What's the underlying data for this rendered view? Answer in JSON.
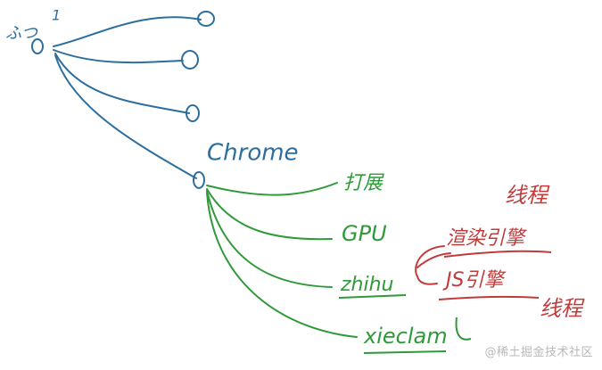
{
  "diagram": {
    "root": {
      "label": "ふつ",
      "mark": "1"
    },
    "chrome": {
      "label": "Chrome"
    },
    "chrome_children": [
      {
        "label": "打展"
      },
      {
        "label": "GPU"
      },
      {
        "label": "zhihu"
      },
      {
        "label": "xieclam"
      }
    ],
    "zhihu_children": [
      {
        "label": "渲染引擎"
      },
      {
        "label": "JS引擎"
      }
    ],
    "thread_notes": [
      {
        "label": "线程"
      },
      {
        "label": "线程"
      }
    ],
    "colors": {
      "blue": "#2c6e9e",
      "green": "#2f9a3a",
      "red": "#c13b3b"
    }
  },
  "watermark": "@稀土掘金技术社区"
}
